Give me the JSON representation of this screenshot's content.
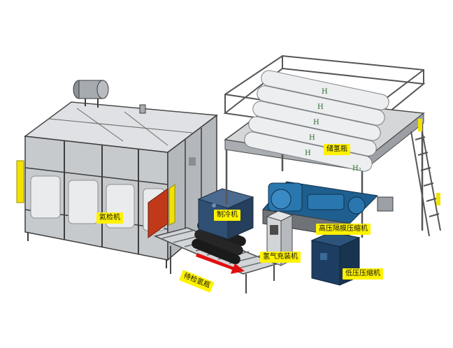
{
  "labels": {
    "helium_detector": "氦检机",
    "chiller": "制冷机",
    "hydrogen_storage": "储氢瓶",
    "high_pressure_compressor": "高压隔膜压缩机",
    "hydrogen_filling": "氢气充装机",
    "cylinders_to_test": "待检氢瓶",
    "low_pressure_compressor": "低压压缩机"
  },
  "cylinder_marks": [
    "H",
    "H",
    "H",
    "H",
    "H",
    "H₂"
  ],
  "colors": {
    "frame": "#4a4a4a",
    "panel": "#c9ccd0",
    "cabinet_blue": "#2f4f73",
    "machine_blue": "#1f5f8f",
    "label_bg": "#fff200",
    "door_yellow": "#f2e200",
    "arrow_red": "#e01010"
  }
}
